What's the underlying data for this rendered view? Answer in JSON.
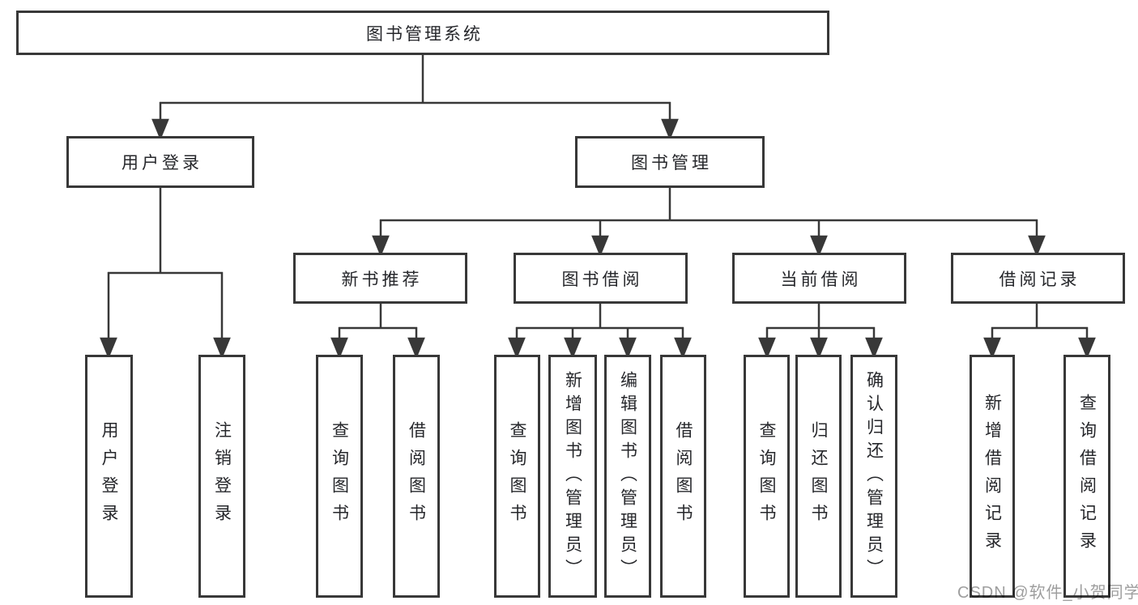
{
  "colors": {
    "line": "#383838",
    "box_border": "#383838",
    "text": "#26272b",
    "watermark": "#9e9e9e",
    "background": "#ffffff"
  },
  "watermark": {
    "text": "CSDN @软件_小贺同学"
  },
  "tree": {
    "label": "图书管理系统",
    "children": [
      {
        "label": "用户登录",
        "children": [
          {
            "label": "用户登录"
          },
          {
            "label": "注销登录"
          }
        ]
      },
      {
        "label": "图书管理",
        "children": [
          {
            "label": "新书推荐",
            "children": [
              {
                "label": "查询图书"
              },
              {
                "label": "借阅图书"
              }
            ]
          },
          {
            "label": "图书借阅",
            "children": [
              {
                "label": "查询图书"
              },
              {
                "label": "新增图书（管理员）"
              },
              {
                "label": "编辑图书（管理员）"
              },
              {
                "label": "借阅图书"
              }
            ]
          },
          {
            "label": "当前借阅",
            "children": [
              {
                "label": "查询图书"
              },
              {
                "label": "归还图书"
              },
              {
                "label": "确认归还（管理员）"
              }
            ]
          },
          {
            "label": "借阅记录",
            "children": [
              {
                "label": "新增借阅记录"
              },
              {
                "label": "查询借阅记录"
              }
            ]
          }
        ]
      }
    ]
  }
}
